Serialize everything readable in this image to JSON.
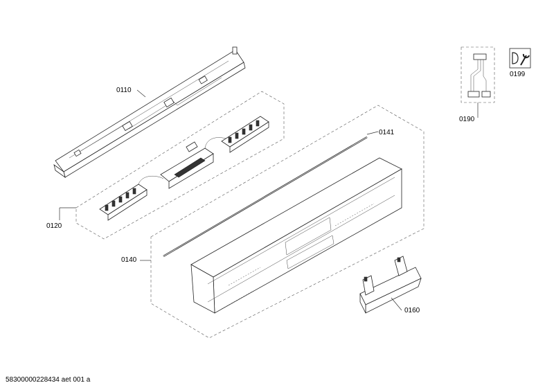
{
  "parts": {
    "p0110": "0110",
    "p0120": "0120",
    "p0140": "0140",
    "p0141": "0141",
    "p0160": "0160",
    "p0190": "0190",
    "p0199": "0199"
  },
  "icons": {
    "tool_info": "wrench-icon"
  },
  "footer": {
    "drawing_id": "58300000228434 aet 001 a"
  }
}
